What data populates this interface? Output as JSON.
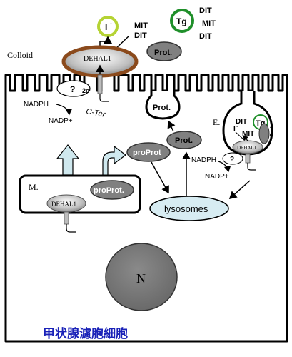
{
  "labels": {
    "colloid": "Colloid",
    "iodide": "I",
    "iodide_charge": "-",
    "mit": "MIT",
    "dit": "DIT",
    "tg": "Tg",
    "prot": "Prot.",
    "dehal1": "DEHAL1",
    "question": "?",
    "two_e": "2e-",
    "nadph": "NADPH",
    "nadp_plus": "NADP+",
    "c_ter": "C-Ter",
    "pro_prot": "proProt",
    "pro_prot_dot": "proProt.",
    "lysosomes": "lysosomes",
    "m_label": "M.",
    "e_label": "E.",
    "nucleus": "N",
    "title": "甲状腺濾胞細胞"
  },
  "colors": {
    "iodide_ring": "#b5d334",
    "tg_ring": "#1f8f2a",
    "dehal_ring": "#8b4a1c",
    "lysosome_fill": "#d7ecf2",
    "arrow_fill": "#cfe8ee",
    "title_color": "#1a22b8",
    "nucleus_fill": "#7a7a7a"
  }
}
